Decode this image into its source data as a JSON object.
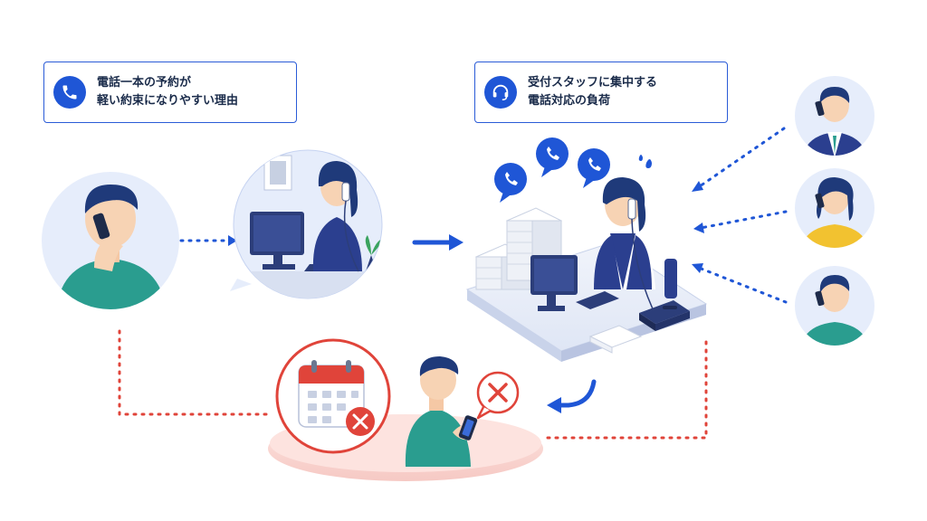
{
  "labels": {
    "left": {
      "line1": "電話一本の予約が",
      "line2": "軽い約束になりやすい理由",
      "icon": "phone-icon"
    },
    "right": {
      "line1": "受付スタッフに集中する",
      "line2": "電話対応の負荷",
      "icon": "headset-icon"
    }
  },
  "colors": {
    "accent_blue": "#1f56d6",
    "cancel_red": "#e0443a",
    "teal_shirt": "#2a9d8f",
    "navy_suit": "#2b3f8f",
    "yellow_shirt": "#f2c230",
    "soft_pink": "#f6c9c4",
    "soft_blue": "#e6edfb"
  }
}
